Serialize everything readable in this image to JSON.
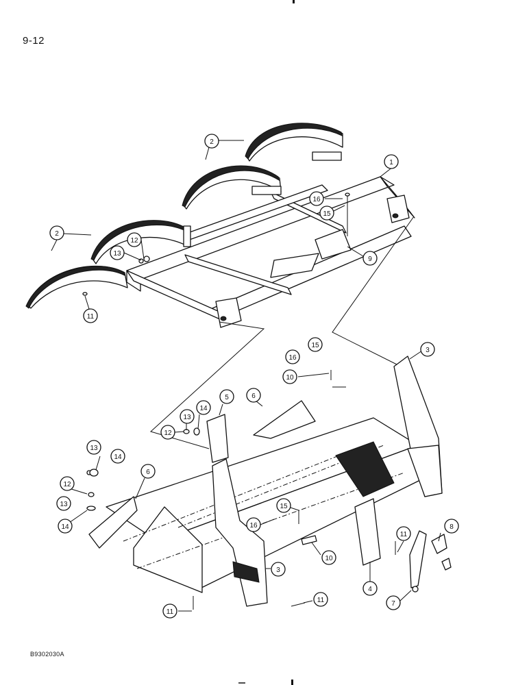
{
  "page": {
    "number": "9-12",
    "document_code": "B9302030A"
  },
  "callouts": [
    {
      "label": "1"
    },
    {
      "label": "2"
    },
    {
      "label": "2"
    },
    {
      "label": "16"
    },
    {
      "label": "15"
    },
    {
      "label": "9"
    },
    {
      "label": "12"
    },
    {
      "label": "13"
    },
    {
      "label": "11"
    },
    {
      "label": "15"
    },
    {
      "label": "16"
    },
    {
      "label": "3"
    },
    {
      "label": "10"
    },
    {
      "label": "6"
    },
    {
      "label": "5"
    },
    {
      "label": "13"
    },
    {
      "label": "14"
    },
    {
      "label": "12"
    },
    {
      "label": "13"
    },
    {
      "label": "14"
    },
    {
      "label": "12"
    },
    {
      "label": "6"
    },
    {
      "label": "13"
    },
    {
      "label": "14"
    },
    {
      "label": "15"
    },
    {
      "label": "16"
    },
    {
      "label": "11"
    },
    {
      "label": "8"
    },
    {
      "label": "10"
    },
    {
      "label": "3"
    },
    {
      "label": "4"
    },
    {
      "label": "11"
    },
    {
      "label": "7"
    },
    {
      "label": "11"
    }
  ]
}
